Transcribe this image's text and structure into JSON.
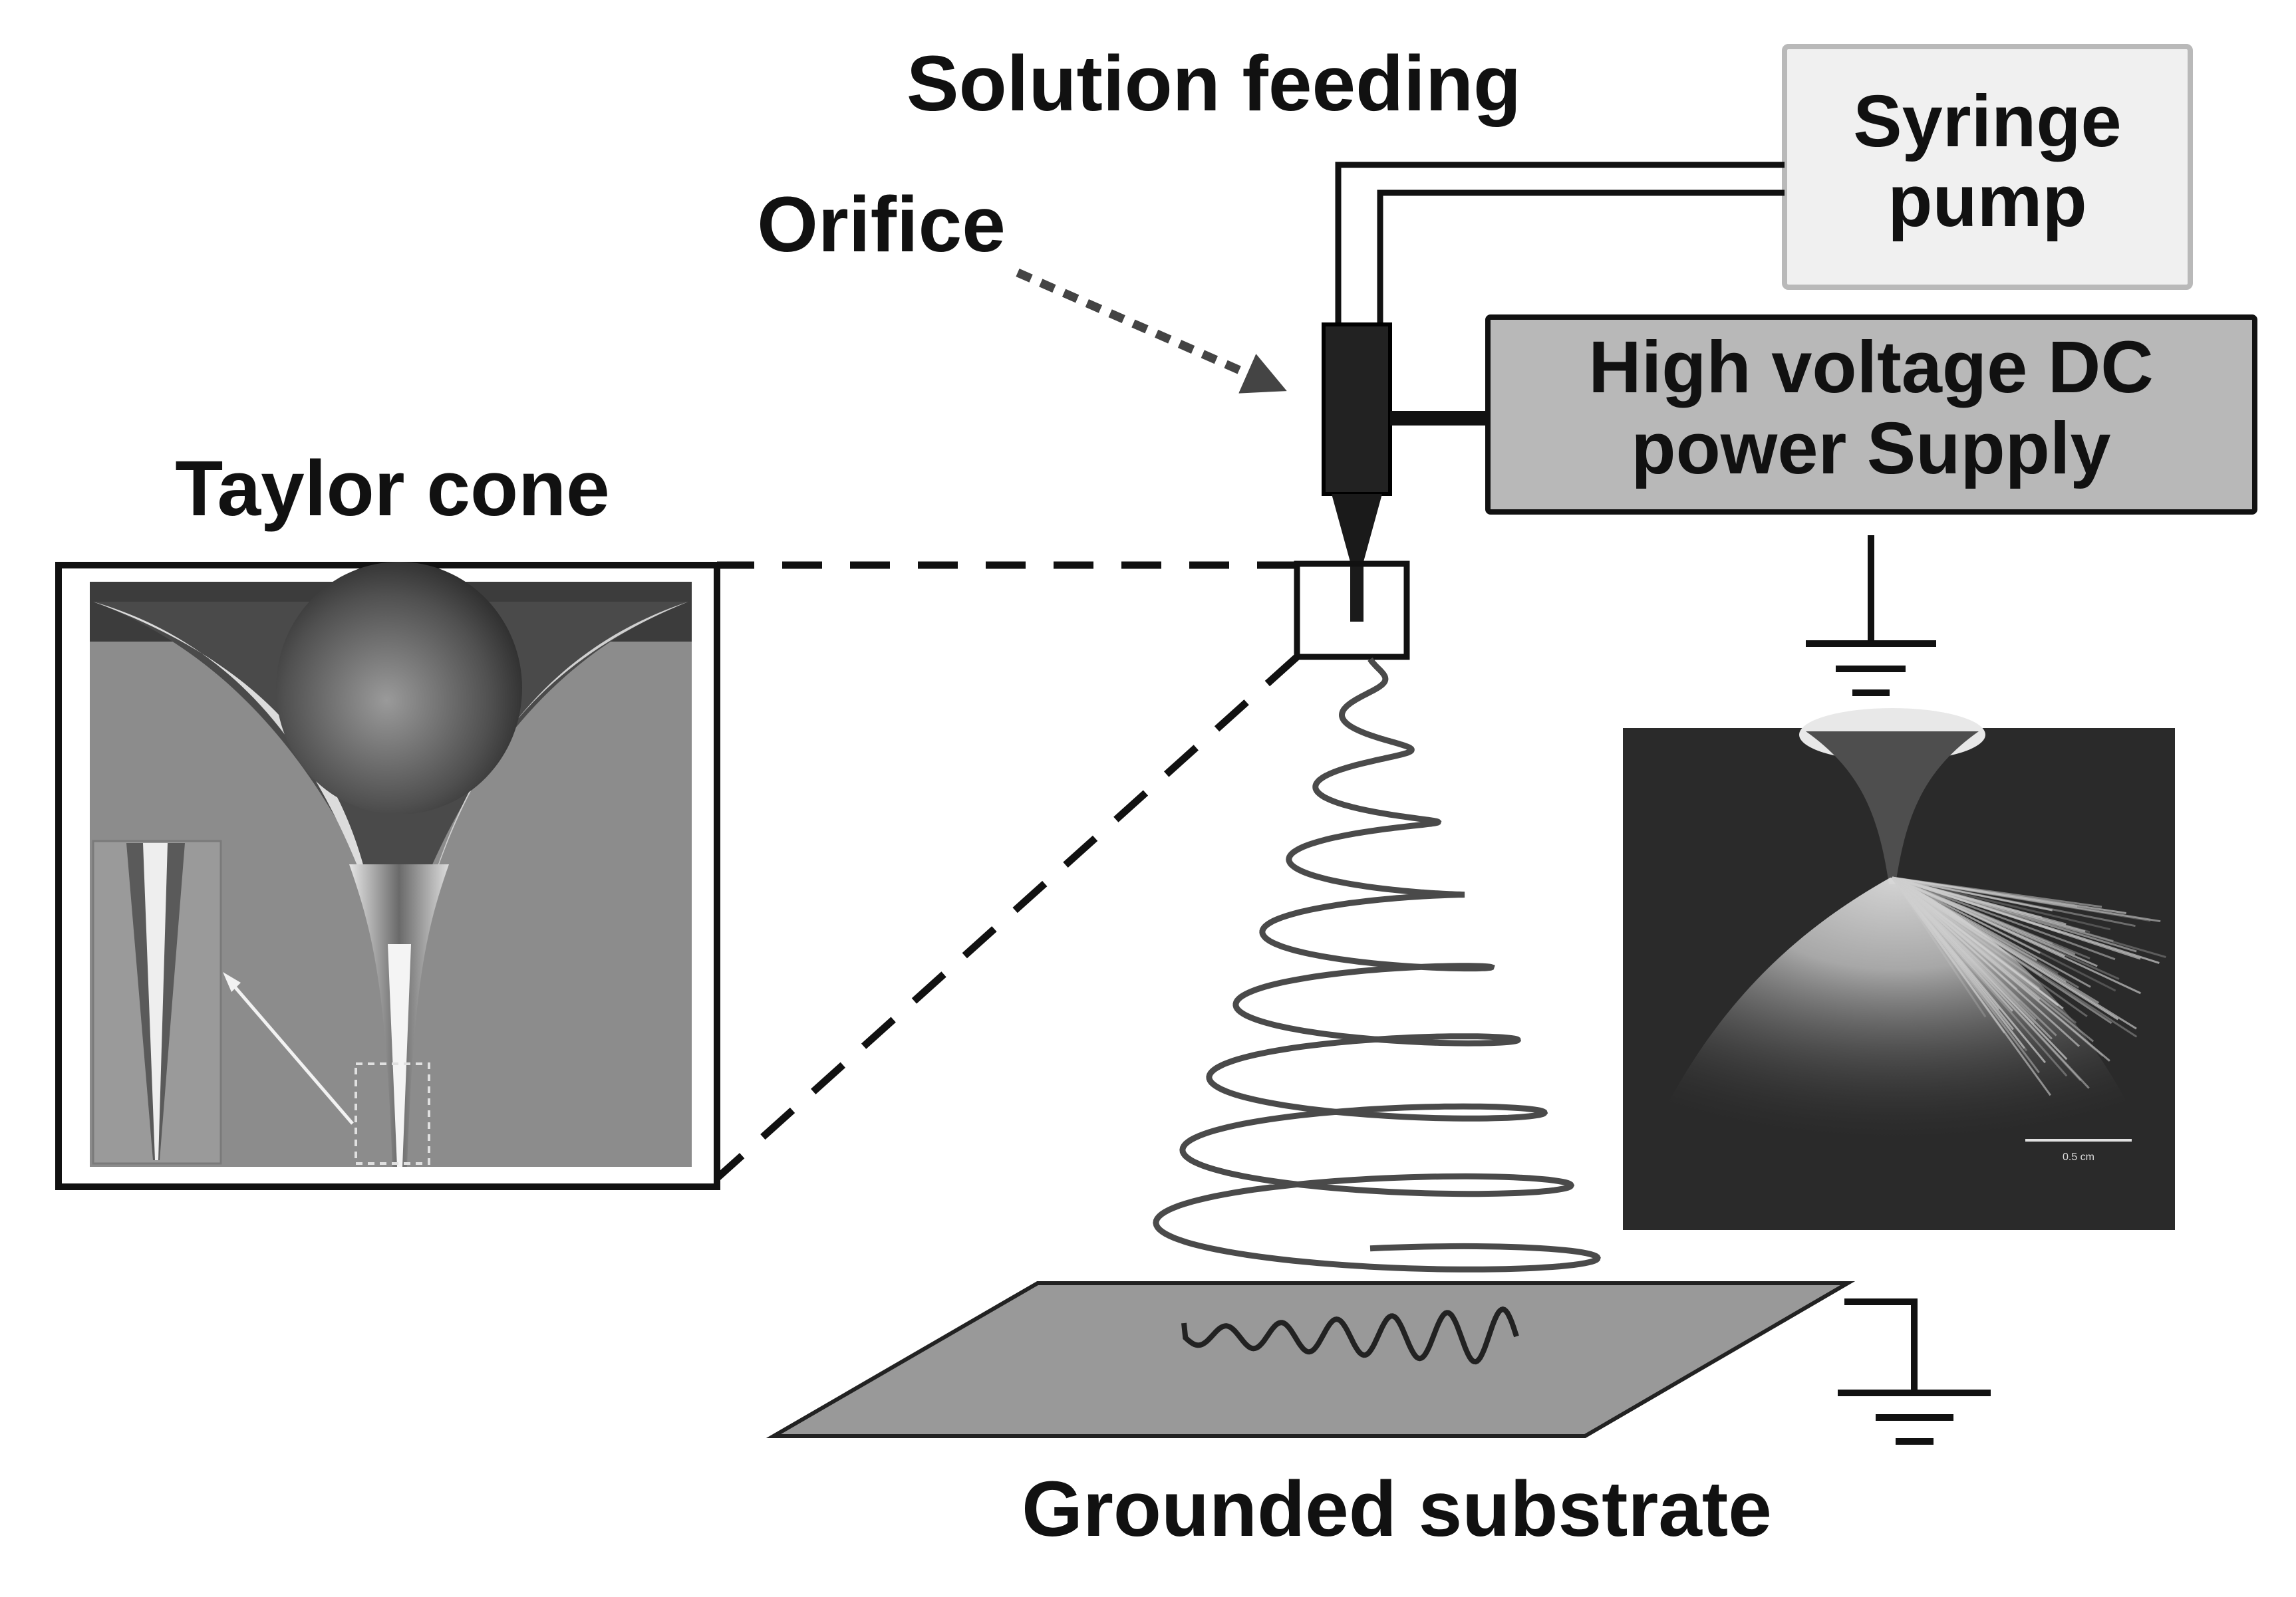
{
  "labels": {
    "solution_feeding": "Solution feeding",
    "orifice": "Orifice",
    "taylor_cone": "Taylor cone",
    "grounded_substrate": "Grounded substrate"
  },
  "syringe_pump": {
    "line1": "Syringe",
    "line2": "pump"
  },
  "power_supply": {
    "line1": "High voltage DC",
    "line2": "power Supply"
  },
  "spray_photo": {
    "scale_label": "0.5 cm"
  },
  "colors": {
    "ink": "#111111",
    "syringe_box_fill": "#f0f0f0",
    "syringe_box_stroke": "#b9b9b9",
    "power_box_fill": "#b8b8b8",
    "substrate_fill": "#999999",
    "photo_background": "#8c8c8c",
    "spray_background": "#2a2a2a"
  }
}
